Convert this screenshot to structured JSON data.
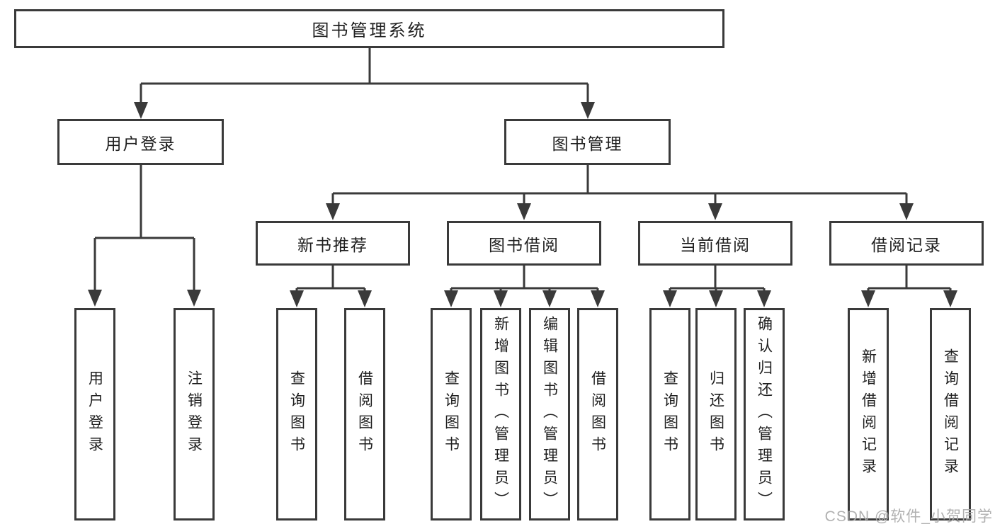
{
  "diagram": {
    "title": "图书管理系统",
    "level2": {
      "user_login": "用户登录",
      "book_mgmt": "图书管理"
    },
    "level3": {
      "new_books": "新书推荐",
      "book_borrow": "图书借阅",
      "current_borrow": "当前借阅",
      "borrow_records": "借阅记录"
    },
    "leaves": {
      "user_login": [
        "用户登录",
        "注销登录"
      ],
      "new_books": [
        "查询图书",
        "借阅图书"
      ],
      "book_borrow": [
        "查询图书",
        "新增图书（管理员）",
        "编辑图书（管理员）",
        "借阅图书"
      ],
      "current_borrow": [
        "查询图书",
        "归还图书",
        "确认归还（管理员）"
      ],
      "borrow_records": [
        "新增借阅记录",
        "查询借阅记录"
      ]
    },
    "watermark": "CSDN @软件_小贺同学",
    "colors": {
      "line": "#3a3a3a",
      "text": "#1f1f1f",
      "box_background": "#ffffff",
      "watermark": "#ababab"
    }
  }
}
